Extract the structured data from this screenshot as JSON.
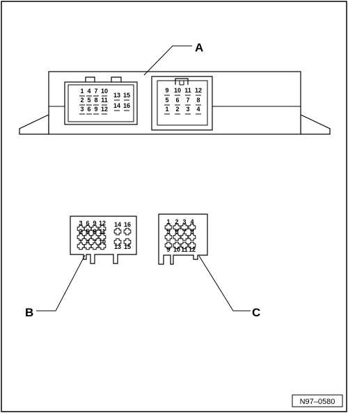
{
  "labels": {
    "a": "A",
    "b": "B",
    "c": "C"
  },
  "figure_ref": "N97–0580",
  "unit_view": {
    "left_connector": {
      "rows": [
        [
          "1",
          "4",
          "7",
          "10"
        ],
        [
          "2",
          "5",
          "8",
          "11"
        ],
        [
          "3",
          "6",
          "9",
          "12"
        ]
      ],
      "side_top": [
        "13",
        "15"
      ],
      "side_bottom": [
        "14",
        "16"
      ]
    },
    "right_connector": {
      "rows": [
        [
          "9",
          "10",
          "11",
          "12"
        ],
        [
          "5",
          "6",
          "7",
          "8"
        ],
        [
          "1",
          "2",
          "3",
          "4"
        ]
      ]
    }
  },
  "connector_b": {
    "rows": [
      [
        "3",
        "6",
        "9",
        "12"
      ],
      [
        "2",
        "5",
        "8",
        "11"
      ],
      [
        "1",
        "4",
        "7",
        "10"
      ]
    ],
    "side_top": [
      "14",
      "16"
    ],
    "side_bottom": [
      "13",
      "15"
    ]
  },
  "connector_c": {
    "rows": [
      [
        "1",
        "2",
        "3",
        "4"
      ],
      [
        "5",
        "6",
        "7",
        "8"
      ],
      [
        "9",
        "10",
        "11",
        "12"
      ]
    ]
  }
}
